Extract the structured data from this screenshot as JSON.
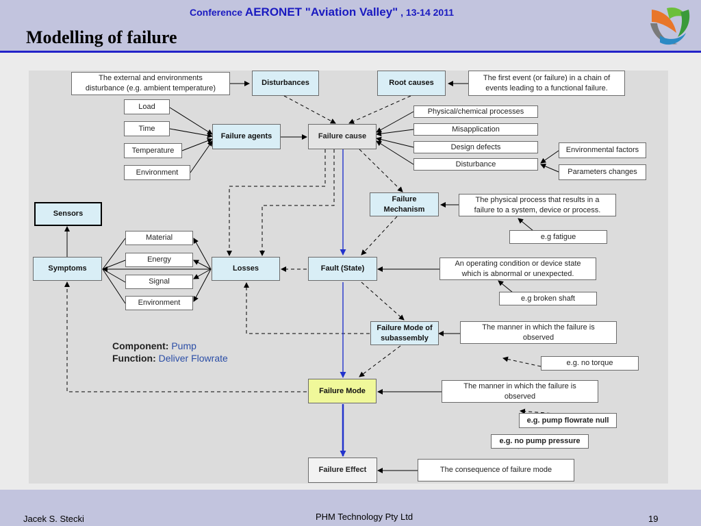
{
  "header": {
    "conference_prefix": "Conference",
    "conference_name": "AERONET \"Aviation Valley\"",
    "conference_date": ", 13-14 2011",
    "title": "Modelling of failure"
  },
  "footer": {
    "author": "Jacek S. Stecki",
    "company": "PHM Technology Pty Ltd",
    "page": "19"
  },
  "colors": {
    "background": "#c2c4de",
    "rule": "#2222c8",
    "node_blue": "#d9eef6",
    "node_yellow": "#f0f89a",
    "flow_arrow": "#2233cc"
  },
  "component_info": {
    "component_label": "Component:",
    "component_value": "Pump",
    "function_label": "Function:",
    "function_value": "Deliver Flowrate"
  },
  "nodes": {
    "ext_disturbance": "The external and environments\ndisturbance (e.g. ambient temperature)",
    "disturbances": "Disturbances",
    "root_causes": "Root causes",
    "first_event": "The first event (or failure) in a chain of\nevents leading to a functional failure.",
    "load": "Load",
    "time": "Time",
    "temperature": "Temperature",
    "environment1": "Environment",
    "failure_agents": "Failure agents",
    "failure_cause": "Failure cause",
    "physical_chemical": "Physical/chemical processes",
    "misapplication": "Misapplication",
    "design_defects": "Design defects",
    "disturbance": "Disturbance",
    "environmental_factors": "Environmental factors",
    "parameters_changes": "Parameters changes",
    "sensors": "Sensors",
    "failure_mechanism": "Failure\nMechanism",
    "physical_process": "The physical process that results in a\nfailure to a system, device or process.",
    "eg_fatigue": "e.g fatigue",
    "material": "Material",
    "energy": "Energy",
    "signal": "Signal",
    "environment2": "Environment",
    "symptoms": "Symptoms",
    "losses": "Losses",
    "fault_state": "Fault (State)",
    "operating_condition": "An operating condition or device state\nwhich is abnormal or unexpected.",
    "eg_broken_shaft": "e.g broken shaft",
    "failure_mode_subassembly": "Failure Mode of\nsubassembly",
    "manner_observed1": "The manner in which the failure is\nobserved",
    "eg_no_torque": "e.g. no torque",
    "failure_mode": "Failure Mode",
    "manner_observed2": "The manner in which the failure is\nobserved",
    "eg_pump_flowrate_null": "e.g. pump flowrate null",
    "eg_no_pump_pressure": "e.g. no pump pressure",
    "failure_effect": "Failure Effect",
    "consequence": "The consequence of failure mode"
  }
}
